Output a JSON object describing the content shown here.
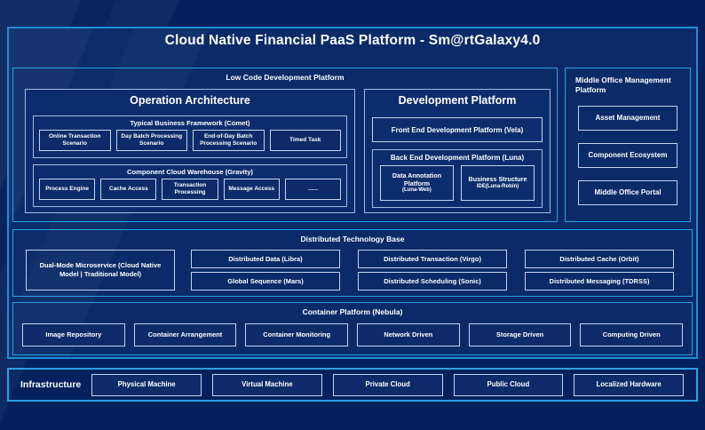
{
  "title": "Cloud Native Financial PaaS Platform - Sm@rtGalaxy4.0",
  "low_code": {
    "label": "Low Code Development Platform",
    "operation_architecture": {
      "title": "Operation Architecture",
      "typical_business": {
        "title": "Typical Business Framework (Comet)",
        "items": [
          "Online Transaction Scenario",
          "Day Batch Processing Scenario",
          "End-of-Day Batch Processing Scenario",
          "Timed Task"
        ]
      },
      "component_cloud": {
        "title": "Component Cloud Warehouse (Gravity)",
        "items": [
          "Process Engine",
          "Cache Access",
          "Transaction Processing",
          "Message Access",
          "......"
        ]
      }
    },
    "development_platform": {
      "title": "Development Platform",
      "front_end": "Front End Development Platform (Vela)",
      "back_end": {
        "title": "Back End Development Platform (Luna)",
        "items": [
          {
            "name": "Data Annotation Platform",
            "sub": "(Luna-Web)"
          },
          {
            "name": "Business Structure",
            "sub": "IDE(Luna-Robin)"
          }
        ]
      }
    }
  },
  "middle_office": {
    "label": "Middle Office Management Platform",
    "items": [
      "Asset Management",
      "Component Ecosystem",
      "Middle Office Portal"
    ]
  },
  "distributed": {
    "label": "Distributed Technology Base",
    "dual_mode": "Dual-Mode Microservice (Cloud Native Model | Traditional Model)",
    "col1": [
      "Distributed Data (Libra)",
      "Global Sequence (Mars)"
    ],
    "col2": [
      "Distributed Transaction (Virgo)",
      "Distributed Scheduling (Sonic)"
    ],
    "col3": [
      "Distributed Cache (Orbit)",
      "Distributed Messaging (TDRSS)"
    ]
  },
  "container_platform": {
    "label": "Container Platform (Nebula)",
    "items": [
      "Image Repository",
      "Container Arrangement",
      "Container Monitoring",
      "Network Driven",
      "Storage Driven",
      "Computing Driven"
    ]
  },
  "infrastructure": {
    "label": "Infrastructure",
    "items": [
      "Physical Machine",
      "Virtual Machine",
      "Private Cloud",
      "Public Cloud",
      "Localized Hardware"
    ]
  },
  "colors": {
    "background": "#03215c",
    "panel_fill": "#0a2a68",
    "accent_border": "#2aa2e2",
    "frame_border": "#1e8fd6",
    "light_border": "#c3d5ec",
    "text": "#ffffff"
  }
}
